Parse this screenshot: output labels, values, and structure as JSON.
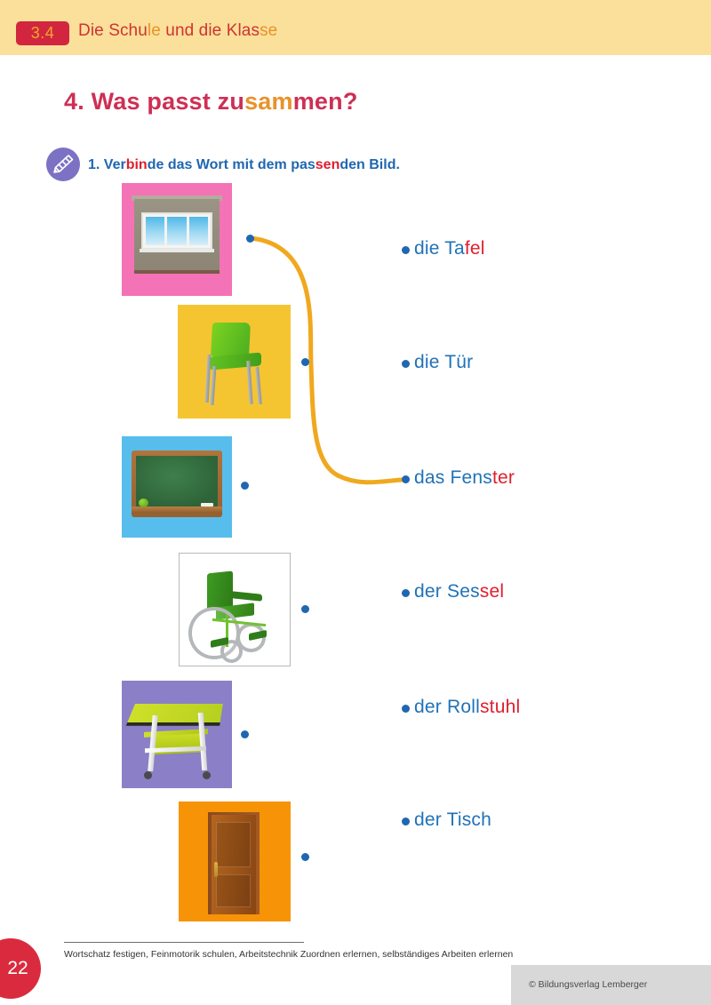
{
  "header": {
    "chapter_number": "3.4",
    "chapter_title_parts": [
      {
        "text": "Die Schu",
        "color": "red"
      },
      {
        "text": "le",
        "color": "orange"
      },
      {
        "text": " und die Klas",
        "color": "red"
      },
      {
        "text": "se",
        "color": "orange"
      }
    ],
    "band_color": "#fae09a",
    "badge_color": "#d2263f",
    "badge_text_color": "#f0a92c"
  },
  "main_heading_parts": [
    {
      "text": "4. Was passt zu",
      "color": "red"
    },
    {
      "text": "sam",
      "color": "orange"
    },
    {
      "text": "men?",
      "color": "red"
    }
  ],
  "task": {
    "icon": "pencil-icon",
    "icon_background": "#7b72c4",
    "text_parts": [
      {
        "text": "1. Ver",
        "color": "blue"
      },
      {
        "text": "bin",
        "color": "red"
      },
      {
        "text": "de das Wort mit dem pas",
        "color": "blue"
      },
      {
        "text": "sen",
        "color": "red"
      },
      {
        "text": "den Bild.",
        "color": "blue"
      }
    ]
  },
  "pictures": [
    {
      "name": "window-picture",
      "kind": "window",
      "background": "#f472b6",
      "alt": "Fenster"
    },
    {
      "name": "chair-picture",
      "kind": "chair",
      "background": "#f5c531",
      "alt": "Sessel"
    },
    {
      "name": "blackboard-picture",
      "kind": "blackboard",
      "background": "#57bdec",
      "alt": "Tafel"
    },
    {
      "name": "wheelchair-picture",
      "kind": "wheelchair",
      "background": "#ffffff",
      "alt": "Rollstuhl"
    },
    {
      "name": "desk-picture",
      "kind": "desk",
      "background": "#8b7fc7",
      "alt": "Tisch"
    },
    {
      "name": "door-picture",
      "kind": "door",
      "background": "#f79307",
      "alt": "Tuer"
    }
  ],
  "words": [
    {
      "name": "word-tafel",
      "parts": [
        {
          "text": "die Ta",
          "color": "blue"
        },
        {
          "text": "fel",
          "color": "red"
        }
      ]
    },
    {
      "name": "word-tuer",
      "parts": [
        {
          "text": "die Tür",
          "color": "blue"
        }
      ]
    },
    {
      "name": "word-fenster",
      "parts": [
        {
          "text": "das Fens",
          "color": "blue"
        },
        {
          "text": "ter",
          "color": "red"
        }
      ]
    },
    {
      "name": "word-sessel",
      "parts": [
        {
          "text": "der Ses",
          "color": "blue"
        },
        {
          "text": "sel",
          "color": "red"
        }
      ]
    },
    {
      "name": "word-rollstuhl",
      "parts": [
        {
          "text": "der Roll",
          "color": "blue"
        },
        {
          "text": "stuhl",
          "color": "red"
        }
      ]
    },
    {
      "name": "word-tisch",
      "parts": [
        {
          "text": "der Tisch",
          "color": "blue"
        }
      ]
    }
  ],
  "connector": {
    "from": "window-picture",
    "to": "word-fenster",
    "color": "#f0a81e",
    "drawn": true
  },
  "footer": {
    "page_number": "22",
    "note": "Wortschatz festigen, Feinmotorik schulen, Arbeitstechnik Zuordnen erlernen, selbständiges Arbeiten erlernen",
    "copyright": "© Bildungsverlag Lemberger"
  },
  "colors": {
    "blue": "#1f72b8",
    "red": "#e01e2d",
    "orange": "#e8922b",
    "crimson": "#cf2f54"
  }
}
